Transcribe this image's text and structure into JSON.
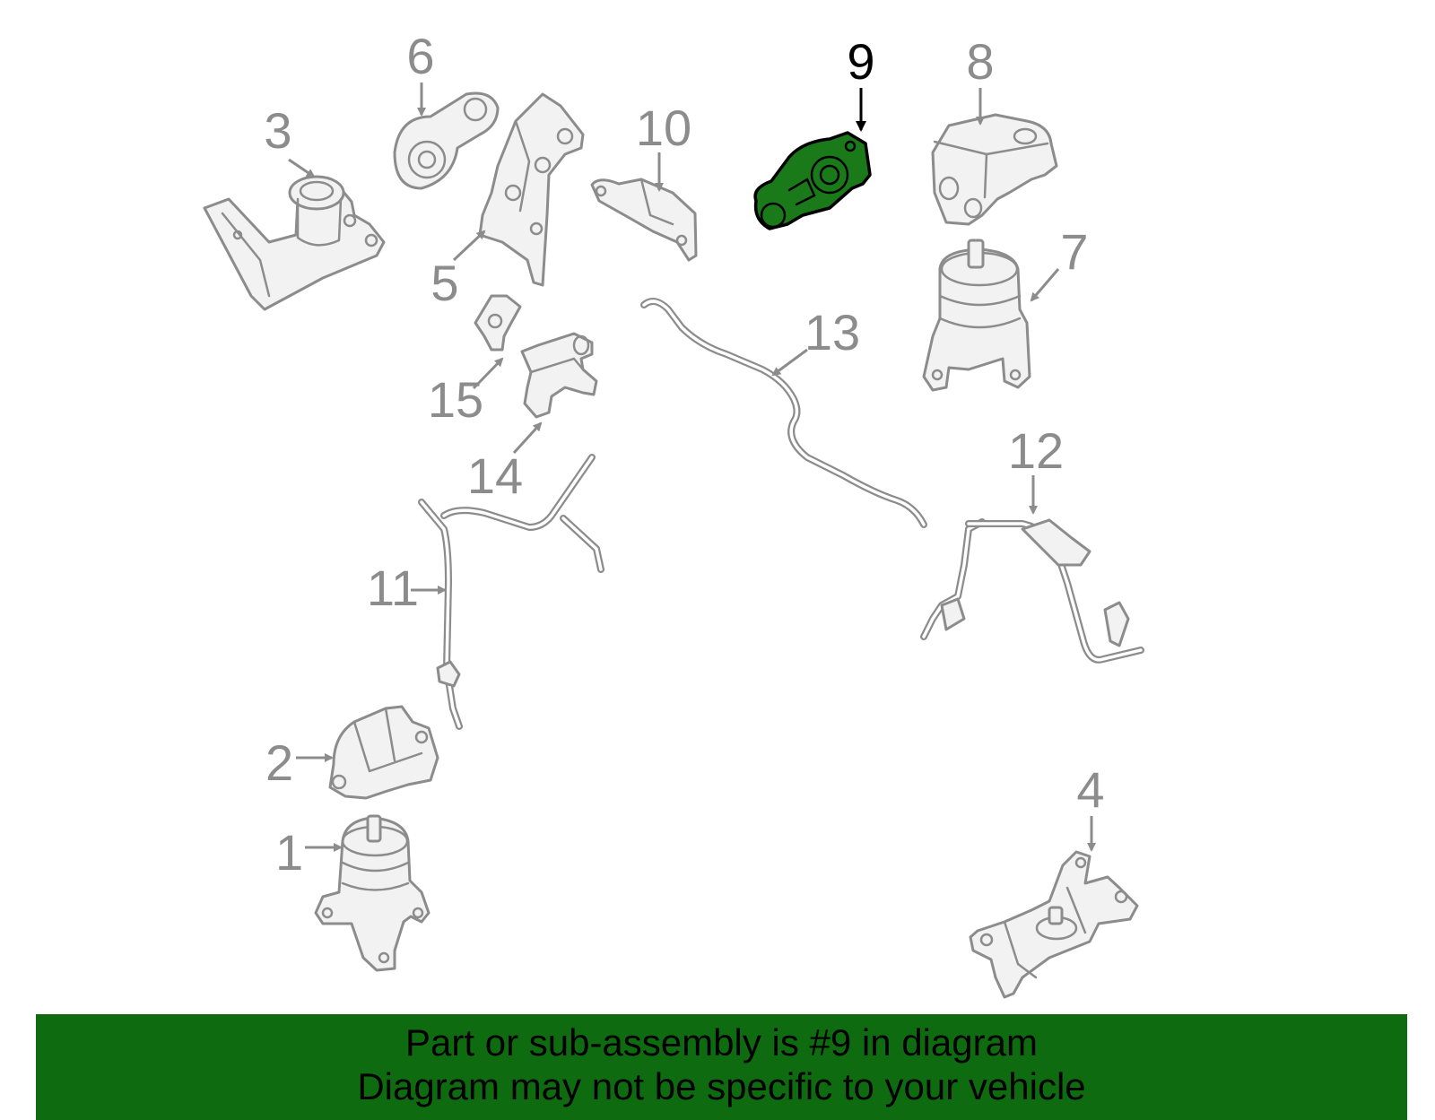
{
  "diagram": {
    "callouts": [
      "1",
      "2",
      "3",
      "4",
      "5",
      "6",
      "7",
      "8",
      "9",
      "10",
      "11",
      "12",
      "13",
      "14",
      "15"
    ],
    "highlighted_part": "9",
    "colors": {
      "part_outline": "#8c8c8c",
      "part_fill": "#f2f2f2",
      "highlight_fill": "#1a7a1a",
      "banner": "#0f6b0f"
    }
  },
  "banner": {
    "line1": "Part or sub-assembly is #9 in diagram",
    "line2": "Diagram may not be specific to your vehicle"
  }
}
